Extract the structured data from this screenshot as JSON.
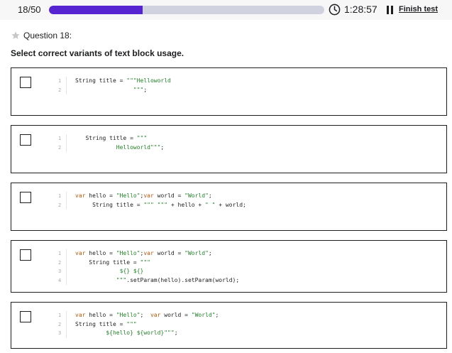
{
  "header": {
    "counter": "18/50",
    "progress": 0.34,
    "timer": "1:28:57",
    "finish_label": "Finish test"
  },
  "question": {
    "label": "Question 18:",
    "prompt": "Select correct variants of text block usage."
  },
  "options": [
    {
      "lines": [
        [
          {
            "t": "String title = ",
            "c": ""
          },
          {
            "t": "\"\"\"Helloworld",
            "c": "str"
          }
        ],
        [
          {
            "t": "                 ",
            "c": ""
          },
          {
            "t": "\"\"\"",
            "c": "str"
          },
          {
            "t": ";",
            "c": ""
          }
        ]
      ]
    },
    {
      "lines": [
        [
          {
            "t": "   String title = ",
            "c": ""
          },
          {
            "t": "\"\"\"",
            "c": "str"
          }
        ],
        [
          {
            "t": "            ",
            "c": ""
          },
          {
            "t": "Helloworld\"\"\"",
            "c": "str"
          },
          {
            "t": ";",
            "c": ""
          }
        ]
      ]
    },
    {
      "lines": [
        [
          {
            "t": "var",
            "c": "kw"
          },
          {
            "t": " hello = ",
            "c": ""
          },
          {
            "t": "\"Hello\"",
            "c": "str"
          },
          {
            "t": ";",
            "c": ""
          },
          {
            "t": "var",
            "c": "kw"
          },
          {
            "t": " world = ",
            "c": ""
          },
          {
            "t": "\"World\"",
            "c": "str"
          },
          {
            "t": ";",
            "c": ""
          }
        ],
        [
          {
            "t": "     String title = ",
            "c": ""
          },
          {
            "t": "\"\"\" \"\"\"",
            "c": "str"
          },
          {
            "t": " + hello + ",
            "c": ""
          },
          {
            "t": "\" \"",
            "c": "str"
          },
          {
            "t": " + world;",
            "c": ""
          }
        ]
      ]
    },
    {
      "lines": [
        [
          {
            "t": "var",
            "c": "kw"
          },
          {
            "t": " hello = ",
            "c": ""
          },
          {
            "t": "\"Hello\"",
            "c": "str"
          },
          {
            "t": ";",
            "c": ""
          },
          {
            "t": "var",
            "c": "kw"
          },
          {
            "t": " world = ",
            "c": ""
          },
          {
            "t": "\"World\"",
            "c": "str"
          },
          {
            "t": ";",
            "c": ""
          }
        ],
        [
          {
            "t": "    String title = ",
            "c": ""
          },
          {
            "t": "\"\"\"",
            "c": "str"
          }
        ],
        [
          {
            "t": "             ",
            "c": ""
          },
          {
            "t": "${} ${}",
            "c": "str"
          }
        ],
        [
          {
            "t": "            ",
            "c": ""
          },
          {
            "t": "\"\"\"",
            "c": "str"
          },
          {
            "t": ".setParam(hello).setParam(world);",
            "c": ""
          }
        ]
      ]
    },
    {
      "lines": [
        [
          {
            "t": "var",
            "c": "kw"
          },
          {
            "t": " hello = ",
            "c": ""
          },
          {
            "t": "\"Hello\"",
            "c": "str"
          },
          {
            "t": ";  ",
            "c": ""
          },
          {
            "t": "var",
            "c": "kw"
          },
          {
            "t": " world = ",
            "c": ""
          },
          {
            "t": "\"World\"",
            "c": "str"
          },
          {
            "t": ";",
            "c": ""
          }
        ],
        [
          {
            "t": "String title = ",
            "c": ""
          },
          {
            "t": "\"\"\"",
            "c": "str"
          }
        ],
        [
          {
            "t": "         ",
            "c": ""
          },
          {
            "t": "${hello} ${world}\"\"\"",
            "c": "str"
          },
          {
            "t": ";",
            "c": ""
          }
        ]
      ]
    }
  ]
}
